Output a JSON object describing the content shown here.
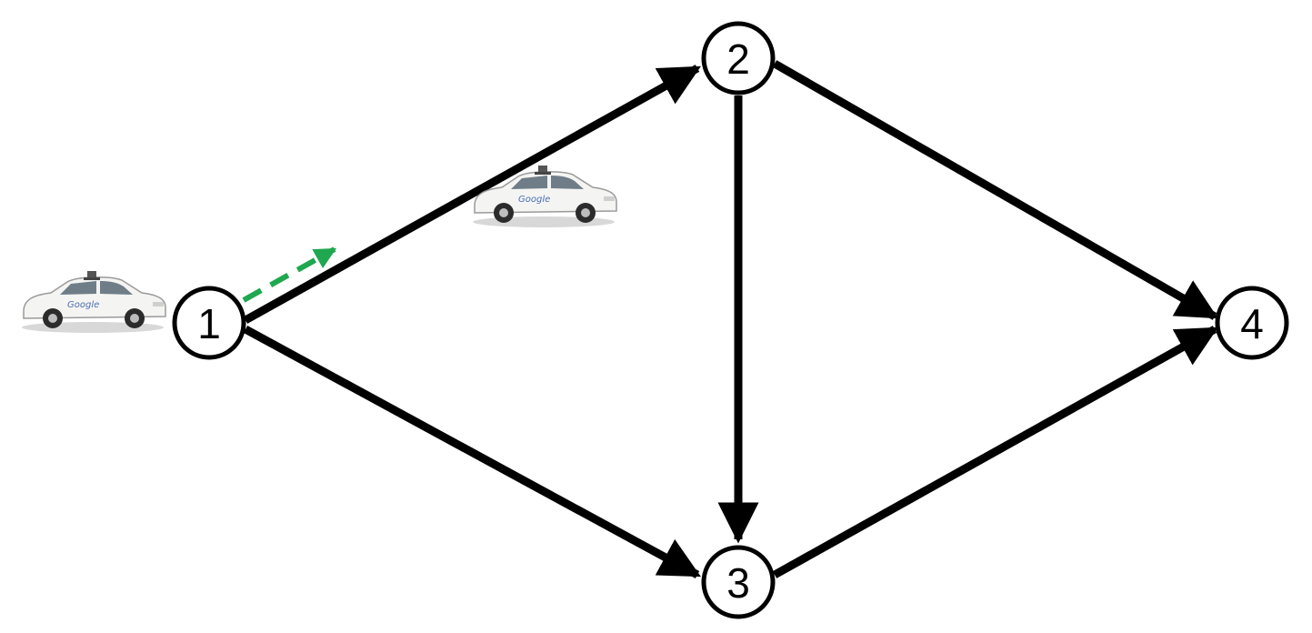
{
  "diagram": {
    "colors": {
      "edge": "#000000",
      "node_fill": "#ffffff",
      "node_stroke": "#000000",
      "route_hint": "#1fa84f",
      "car_body": "#f4f4f2",
      "car_glass": "#6f7d88",
      "car_tire": "#2b2b2b",
      "car_logo": "#4a6fb5"
    },
    "nodes": [
      {
        "id": "n1",
        "label": "1"
      },
      {
        "id": "n2",
        "label": "2"
      },
      {
        "id": "n3",
        "label": "3"
      },
      {
        "id": "n4",
        "label": "4"
      }
    ],
    "edges": [
      {
        "from": "1",
        "to": "2"
      },
      {
        "from": "1",
        "to": "3"
      },
      {
        "from": "2",
        "to": "3"
      },
      {
        "from": "2",
        "to": "4"
      },
      {
        "from": "3",
        "to": "4"
      }
    ],
    "vehicles": [
      {
        "icon": "self-driving-car-icon",
        "logo_text": "Google",
        "position": "left of node 1"
      },
      {
        "icon": "self-driving-car-icon",
        "logo_text": "Google",
        "position": "on edge 1→2"
      }
    ],
    "route_hint": {
      "icon": "dashed-arrow-icon",
      "from": "1",
      "toward": "2"
    }
  }
}
